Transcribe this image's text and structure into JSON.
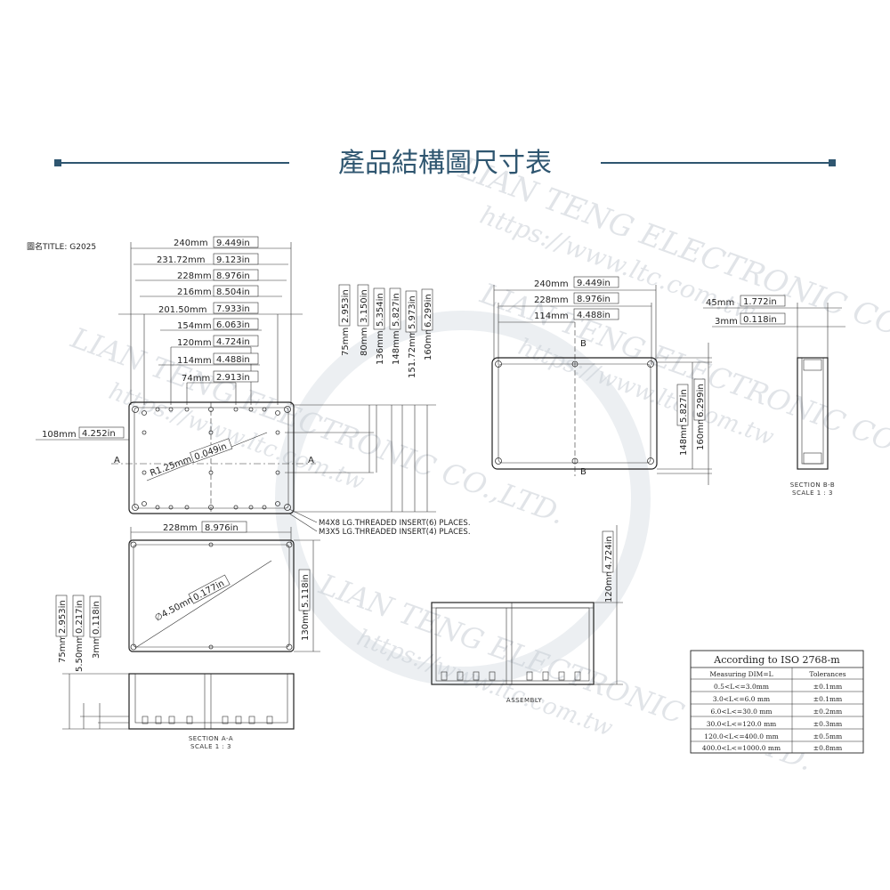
{
  "header": {
    "title": "產品結構圖尺寸表",
    "accent": "#2f5670"
  },
  "drawing": {
    "title_label": "圖名TITLE: G2025",
    "top_view_widths": [
      "240mm",
      "9.449in",
      "231.72mm",
      "9.123in",
      "228mm",
      "8.976in",
      "216mm",
      "8.504in",
      "201.50mm",
      "7.933in",
      "154mm",
      "6.063in",
      "120mm",
      "4.724in",
      "114mm",
      "4.488in",
      "74mm",
      "2.913in"
    ],
    "top_view_heights": [
      "75mm",
      "2.953in",
      "80mm",
      "3.150in",
      "136mm",
      "5.354in",
      "148mm",
      "5.827in",
      "151.72mm",
      "5.973in",
      "160mm",
      "6.299in"
    ],
    "left_dim": [
      "108mm",
      "4.252in"
    ],
    "radius_dim": [
      "R1.25mm",
      "0.049in"
    ],
    "section_marks": [
      "A",
      "A",
      "B",
      "B"
    ],
    "notes": [
      "M4X8 LG.THREADED INSERT(6) PLACES.",
      "M3X5 LG.THREADED INSERT(4) PLACES."
    ],
    "bottom_view": {
      "width": [
        "228mm",
        "8.976in"
      ],
      "hole": [
        "∅4.50mm",
        "0.177in"
      ],
      "height": [
        "130mm",
        "5.118in"
      ]
    },
    "section_a": {
      "dims": [
        "75mm",
        "2.953in",
        "5.50mm",
        "0.217in",
        "3mm",
        "0.118in"
      ],
      "caption": [
        "SECTION A-A",
        "SCALE 1 : 3"
      ]
    },
    "right_top_view": {
      "widths": [
        "240mm",
        "9.449in",
        "228mm",
        "8.976in",
        "114mm",
        "4.488in"
      ],
      "heights": [
        "148mm",
        "5.827in",
        "160mm",
        "6.299in"
      ]
    },
    "section_b": {
      "dims": [
        "45mm",
        "1.772in",
        "3mm",
        "0.118in"
      ],
      "caption": [
        "SECTION B-B",
        "SCALE 1 : 3"
      ]
    },
    "assembly": {
      "height": [
        "120mm",
        "4.724in"
      ],
      "caption": "ASSEMBLY"
    }
  },
  "tolerance_table": {
    "title": "According to ISO 2768-m",
    "headers": [
      "Measuring DIM=L",
      "Tolerances"
    ],
    "rows": [
      [
        "0.5<L<=3.0mm",
        "±0.1mm"
      ],
      [
        "3.0<L<=6.0 mm",
        "±0.1mm"
      ],
      [
        "6.0<L<=30.0 mm",
        "±0.2mm"
      ],
      [
        "30.0<L<=120.0 mm",
        "±0.3mm"
      ],
      [
        "120.0<L<=400.0 mm",
        "±0.5mm"
      ],
      [
        "400.0<L<=1000.0 mm",
        "±0.8mm"
      ]
    ]
  },
  "watermark": {
    "lines": [
      "LIAN TENG ELECTRONIC CO.,LTD.",
      "https://www.ltc.com.tw",
      "LIAN TENG ELECTRONIC CO.,LTD.",
      "https://www.ltc.com.tw",
      "LIAN TENG ELECTRONIC CO.,LTD.",
      "https://www.ltc.com.tw",
      "LIAN TENG ELECTRONIC CO.,LTD.",
      "https://www.ltc.com.tw"
    ],
    "color": "#c9cfd6"
  }
}
